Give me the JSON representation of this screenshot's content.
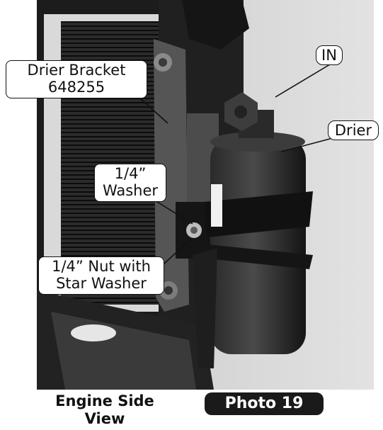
{
  "photo": {
    "alt_icon": "engine-drier-photo"
  },
  "callouts": {
    "drier_bracket": {
      "line1": "Drier Bracket",
      "line2": "648255"
    },
    "washer": {
      "line1": "1/4”",
      "line2": "Washer"
    },
    "nut": {
      "line1": "1/4” Nut with",
      "line2": "Star Washer"
    },
    "in": "IN",
    "drier": "Drier"
  },
  "caption": {
    "view_line1": "Engine Side",
    "view_line2": "View",
    "photo_label": "Photo 19"
  },
  "colors": {
    "badge_bg": "#1a1a1a",
    "badge_text": "#ffffff",
    "callout_border": "#111111"
  }
}
